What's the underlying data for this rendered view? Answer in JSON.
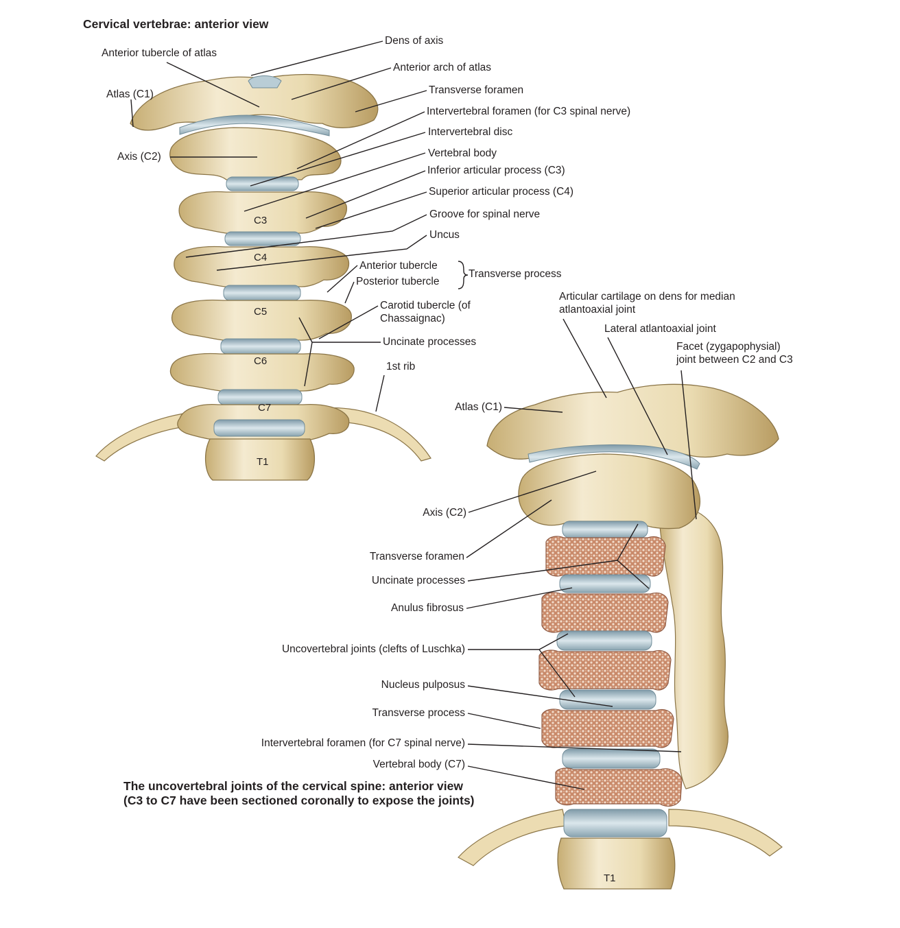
{
  "fig1": {
    "title": "Cervical vertebrae: anterior view",
    "vertebra_labels": {
      "c3": "C3",
      "c4": "C4",
      "c5": "C5",
      "c6": "C6",
      "c7": "C7",
      "t1": "T1"
    },
    "labels": {
      "dens_of_axis": "Dens of axis",
      "anterior_tubercle_of_atlas": "Anterior tubercle of atlas",
      "anterior_arch_of_atlas": "Anterior arch of atlas",
      "transverse_foramen": "Transverse foramen",
      "atlas_c1": "Atlas (C1)",
      "intervertebral_foramen_c3": "Intervertebral foramen (for C3 spinal nerve)",
      "intervertebral_disc": "Intervertebral disc",
      "axis_c2": "Axis (C2)",
      "vertebral_body": "Vertebral body",
      "inferior_articular_process": "Inferior articular process (C3)",
      "superior_articular_process": "Superior articular process (C4)",
      "groove_for_spinal_nerve": "Groove for spinal nerve",
      "uncus": "Uncus",
      "anterior_tubercle": "Anterior tubercle",
      "posterior_tubercle": "Posterior tubercle",
      "transverse_process_group": "Transverse process",
      "carotid_tubercle_line1": "Carotid tubercle (of",
      "carotid_tubercle_line2": "Chassaignac)",
      "uncinate_processes": "Uncinate processes",
      "first_rib": "1st rib"
    }
  },
  "fig2": {
    "caption_line1": "The uncovertebral joints of the cervical spine: anterior view",
    "caption_line2": "(C3 to C7 have been sectioned coronally to expose the joints)",
    "vertebra_labels": {
      "t1": "T1"
    },
    "labels": {
      "articular_cartilage_line1": "Articular cartilage on dens for median",
      "articular_cartilage_line2": "atlantoaxial joint",
      "lateral_atlantoaxial_joint": "Lateral atlantoaxial joint",
      "facet_joint_line1": "Facet (zygapophysial)",
      "facet_joint_line2": "joint between C2 and C3",
      "atlas_c1": "Atlas (C1)",
      "axis_c2": "Axis (C2)",
      "transverse_foramen": "Transverse foramen",
      "uncinate_processes": "Uncinate processes",
      "anulus_fibrosus": "Anulus fibrosus",
      "uncovertebral_joints": "Uncovertebral joints (clefts of Luschka)",
      "nucleus_pulposus": "Nucleus pulposus",
      "transverse_process": "Transverse process",
      "intervertebral_foramen_c7": "Intervertebral foramen (for C7 spinal nerve)",
      "vertebral_body_c7": "Vertebral body (C7)"
    }
  },
  "colors": {
    "bone": "#efe3bf",
    "bone_shade": "#c9b27a",
    "bone_outline": "#8a7446",
    "disc": "#c4d5dd",
    "disc_shade": "#7f9aa8",
    "cancellous": "#c98a6a",
    "leader": "#231f20"
  }
}
